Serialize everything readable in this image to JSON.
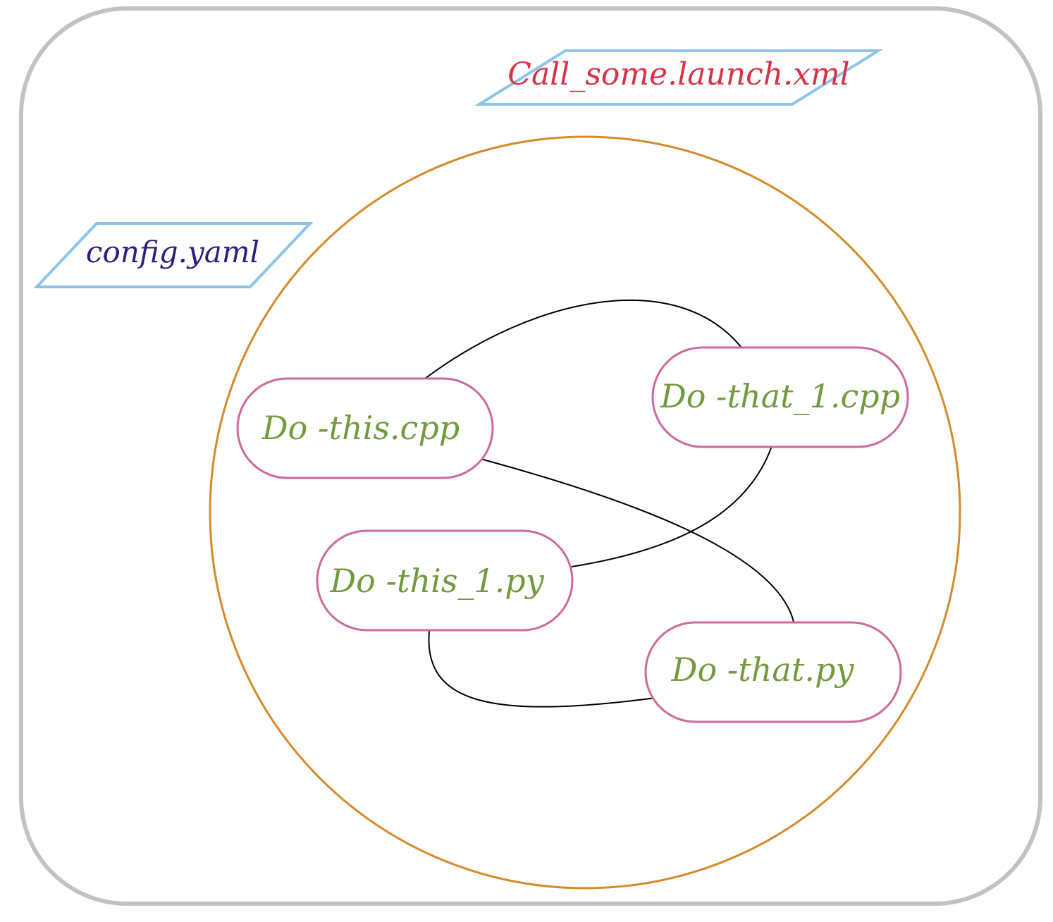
{
  "diagram": {
    "colors": {
      "frame": "#c2c2c2",
      "package_circle": "#d58a2a",
      "file_shape": "#8cc4ec",
      "node_border": "#cc6a9a",
      "node_text": "#739a3e",
      "edge": "#000000",
      "config_text": "#2c1f7d",
      "launch_text": "#d6334a",
      "background": "#ffffff"
    },
    "files": {
      "launch": {
        "label": "Call_some.launch.xml"
      },
      "config": {
        "label": "config.yaml"
      }
    },
    "nodes": [
      {
        "id": "do_this_cpp",
        "label": "Do -this.cpp"
      },
      {
        "id": "do_that_1_cpp",
        "label": "Do -that_1.cpp"
      },
      {
        "id": "do_this_1_py",
        "label": "Do -this_1.py"
      },
      {
        "id": "do_that_py",
        "label": "Do -that.py"
      }
    ],
    "edges": [
      {
        "from": "do_this_cpp",
        "to": "do_that_1_cpp"
      },
      {
        "from": "do_this_cpp",
        "to": "do_that_py"
      },
      {
        "from": "do_that_1_cpp",
        "to": "do_this_1_py"
      },
      {
        "from": "do_this_1_py",
        "to": "do_that_py"
      }
    ]
  }
}
